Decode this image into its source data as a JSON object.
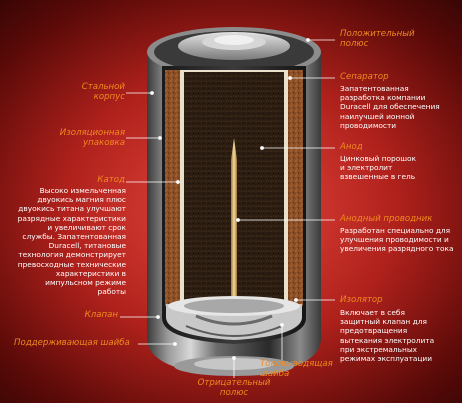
{
  "labels": {
    "positive": "Положительный\nполюс",
    "steel_case": "Стальной\nкорпус",
    "insulation": "Изоляционная\nупаковка",
    "cathode": "Катод",
    "valve": "Клапан",
    "support_washer": "Поддерживающая шайба",
    "negative": "Отрицательный\nполюс",
    "current_washer": "Токовыводящая\nшайба",
    "separator": "Сепаратор",
    "anode": "Анод",
    "anode_conductor": "Анодный проводник",
    "insulator": "Изолятор"
  },
  "descriptions": {
    "cathode": "Высоко измельченная\nдвуокись магния плюс\nдвуокись титана улучшают\nразрядные характеристики\nи увеличивают срок\nслужбы. Запатентованная\nDuracell, титановые\nтехнология демонстрирует\nпревосходные технические\nхарактеристики в\nимпульсном режиме\nработы",
    "separator": "Запатентованная\nразработка компании\nDuracell для обеспечения\nнаилучшей ионной\nпроводимости",
    "anode": "Цинковый порошок\nи электролит\nвзвешенные в гель",
    "anode_conductor": "Разработан специально для\nулучшения проводимости и\nувеличения разрядного тока",
    "insulator": "Включает в себя\nзащитный клапан для\nпредотвращения\nвытекания электролита\nпри экстремальных\nрежимах эксплуатации"
  },
  "colors": {
    "label": "#f08a1e",
    "description": "#ffffff",
    "leader": "#ffffff"
  }
}
